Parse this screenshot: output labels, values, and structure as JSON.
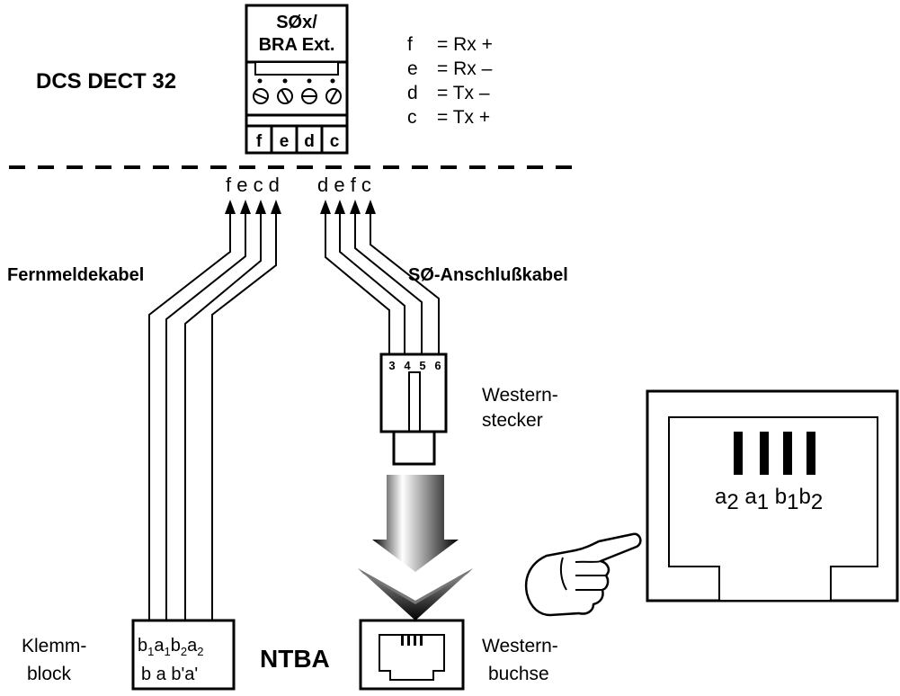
{
  "title": "DCS DECT 32",
  "terminal": {
    "label_line1": "SØx/",
    "label_line2": "BRA Ext.",
    "pins": [
      "f",
      "e",
      "d",
      "c"
    ]
  },
  "legend": [
    {
      "letter": "f",
      "meaning": "= Rx +"
    },
    {
      "letter": "e",
      "meaning": "= Rx –"
    },
    {
      "letter": "d",
      "meaning": "= Tx –"
    },
    {
      "letter": "c",
      "meaning": "= Tx +"
    }
  ],
  "left_group_letters": "f e c d",
  "right_group_letters": "d e f c",
  "left_cable_label": "Fernmeldekabel",
  "right_cable_label": "SØ-Anschlußkabel",
  "plug": {
    "pins": [
      "3",
      "4",
      "5",
      "6"
    ],
    "label_line1": "Western-",
    "label_line2": "stecker"
  },
  "klemm_label_line1": "Klemm-",
  "klemm_label_line2": "block",
  "klemm_row1": [
    "b",
    "1",
    "a",
    "1",
    "b",
    "2",
    "a",
    "2"
  ],
  "klemm_row2": "b a b'a'",
  "ntba_label": "NTBA",
  "socket_label_line1": "Western-",
  "socket_label_line2": "buchse",
  "socket_pins": {
    "a2": "a",
    "a2_sub": "2",
    "a1": "a",
    "a1_sub": "1",
    "b1": "b",
    "b1_sub": "1",
    "b2": "b",
    "b2_sub": "2"
  }
}
